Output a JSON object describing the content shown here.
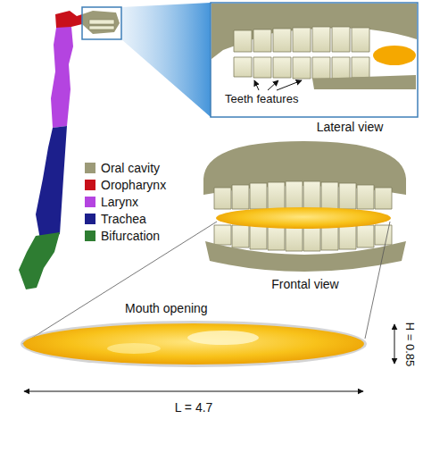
{
  "diagram": {
    "labels": [
      "Teeth features",
      "Lateral view",
      "Frontal view",
      "Mouth opening",
      "L = 4.7",
      "H = 0.85"
    ],
    "legend": [
      {
        "text": "Oral cavity",
        "color": "#9c9a78"
      },
      {
        "text": "Oropharynx",
        "color": "#c8101a"
      },
      {
        "text": "Larynx",
        "color": "#b444e0"
      },
      {
        "text": "Trachea",
        "color": "#1c1f8c"
      },
      {
        "text": "Bifurcation",
        "color": "#2e7d32"
      }
    ]
  }
}
